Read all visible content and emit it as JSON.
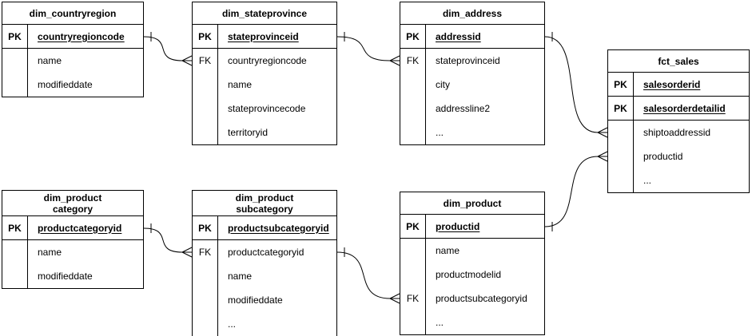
{
  "diagram": {
    "type": "entity-relationship",
    "notation": "crow-foot",
    "colors": {
      "stroke": "#000000",
      "background": "#ffffff",
      "text": "#000000"
    },
    "tables": [
      {
        "id": "dim_countryregion",
        "title": "dim_countryregion",
        "fields": [
          {
            "key": "PK",
            "name": "countryregioncode",
            "is_pk": true
          },
          {
            "key": "",
            "name": "name",
            "is_pk": false
          },
          {
            "key": "",
            "name": "modifieddate",
            "is_pk": false
          }
        ]
      },
      {
        "id": "dim_stateprovince",
        "title": "dim_stateprovince",
        "fields": [
          {
            "key": "PK",
            "name": "stateprovinceid",
            "is_pk": true
          },
          {
            "key": "FK",
            "name": "countryregioncode",
            "is_pk": false
          },
          {
            "key": "",
            "name": "name",
            "is_pk": false
          },
          {
            "key": "",
            "name": "stateprovincecode",
            "is_pk": false
          },
          {
            "key": "",
            "name": "territoryid",
            "is_pk": false
          }
        ]
      },
      {
        "id": "dim_address",
        "title": "dim_address",
        "fields": [
          {
            "key": "PK",
            "name": "addressid",
            "is_pk": true
          },
          {
            "key": "FK",
            "name": "stateprovinceid",
            "is_pk": false
          },
          {
            "key": "",
            "name": "city",
            "is_pk": false
          },
          {
            "key": "",
            "name": "addressline2",
            "is_pk": false
          },
          {
            "key": "",
            "name": "...",
            "is_pk": false
          }
        ]
      },
      {
        "id": "fct_sales",
        "title": "fct_sales",
        "fields": [
          {
            "key": "PK",
            "name": "salesorderid",
            "is_pk": true
          },
          {
            "key": "PK",
            "name": "salesorderdetailid",
            "is_pk": true
          },
          {
            "key": "",
            "name": "shiptoaddressid",
            "is_pk": false
          },
          {
            "key": "",
            "name": "productid",
            "is_pk": false
          },
          {
            "key": "",
            "name": "...",
            "is_pk": false
          }
        ]
      },
      {
        "id": "dim_productcategory",
        "title": "dim_product\ncategory",
        "fields": [
          {
            "key": "PK",
            "name": "productcategoryid",
            "is_pk": true
          },
          {
            "key": "",
            "name": "name",
            "is_pk": false
          },
          {
            "key": "",
            "name": "modifieddate",
            "is_pk": false
          }
        ]
      },
      {
        "id": "dim_productsubcategory",
        "title": "dim_product\nsubcategory",
        "fields": [
          {
            "key": "PK",
            "name": "productsubcategoryid",
            "is_pk": true
          },
          {
            "key": "FK",
            "name": "productcategoryid",
            "is_pk": false
          },
          {
            "key": "",
            "name": "name",
            "is_pk": false
          },
          {
            "key": "",
            "name": "modifieddate",
            "is_pk": false
          },
          {
            "key": "",
            "name": "...",
            "is_pk": false
          }
        ]
      },
      {
        "id": "dim_product",
        "title": "dim_product",
        "fields": [
          {
            "key": "PK",
            "name": "productid",
            "is_pk": true
          },
          {
            "key": "",
            "name": "name",
            "is_pk": false
          },
          {
            "key": "",
            "name": "productmodelid",
            "is_pk": false
          },
          {
            "key": "FK",
            "name": "productsubcategoryid",
            "is_pk": false
          },
          {
            "key": "",
            "name": "...",
            "is_pk": false
          }
        ]
      }
    ],
    "relationships": [
      {
        "from_table": "dim_countryregion",
        "from_field": "countryregioncode",
        "from_end": "one",
        "to_table": "dim_stateprovince",
        "to_field": "countryregioncode",
        "to_end": "many"
      },
      {
        "from_table": "dim_stateprovince",
        "from_field": "stateprovinceid",
        "from_end": "one",
        "to_table": "dim_address",
        "to_field": "stateprovinceid",
        "to_end": "many"
      },
      {
        "from_table": "dim_address",
        "from_field": "addressid",
        "from_end": "one",
        "to_table": "fct_sales",
        "to_field": "shiptoaddressid",
        "to_end": "many"
      },
      {
        "from_table": "dim_product",
        "from_field": "productid",
        "from_end": "one",
        "to_table": "fct_sales",
        "to_field": "productid",
        "to_end": "many"
      },
      {
        "from_table": "dim_productcategory",
        "from_field": "productcategoryid",
        "from_end": "one",
        "to_table": "dim_productsubcategory",
        "to_field": "productcategoryid",
        "to_end": "many"
      },
      {
        "from_table": "dim_productsubcategory",
        "from_field": "productsubcategoryid",
        "from_end": "one",
        "to_table": "dim_product",
        "to_field": "productsubcategoryid",
        "to_end": "many"
      }
    ]
  }
}
